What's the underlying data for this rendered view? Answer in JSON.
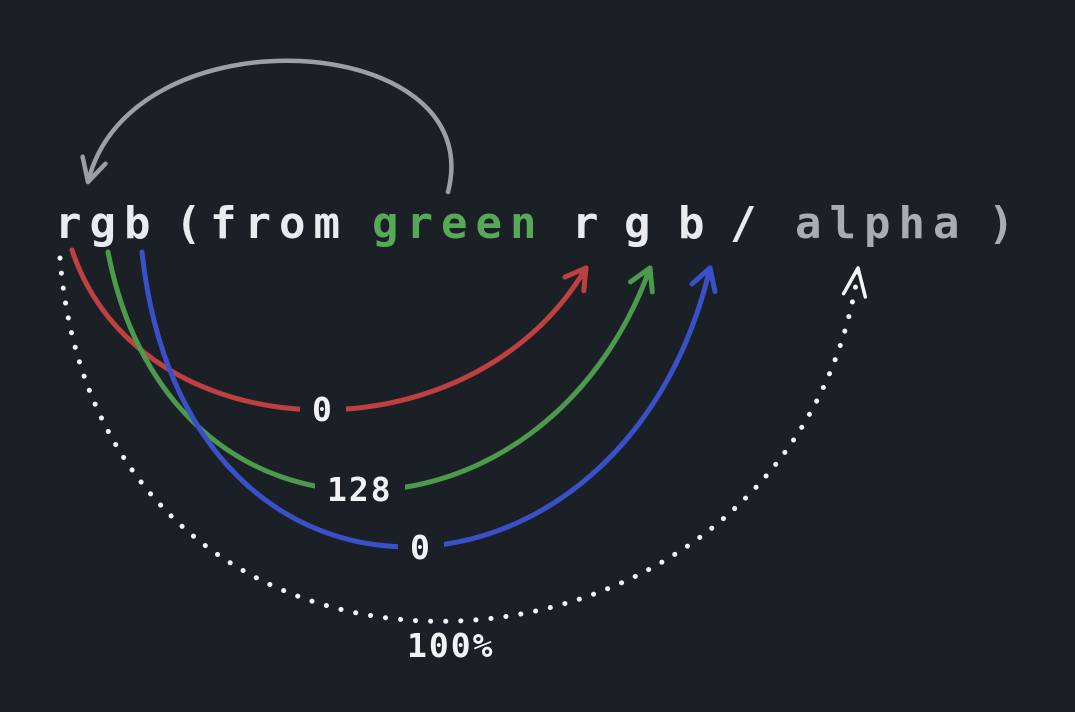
{
  "diagram": {
    "title_hint": "CSS relative color syntax: rgb(from green r g b / alpha)",
    "expression": {
      "tokens": [
        {
          "text": "rgb"
        },
        {
          "text": "("
        },
        {
          "text": "from"
        },
        {
          "text": "green"
        },
        {
          "text": "r"
        },
        {
          "text": "g"
        },
        {
          "text": "b"
        },
        {
          "text": "/"
        },
        {
          "text": "alpha"
        },
        {
          "text": ")"
        }
      ]
    },
    "arrows": {
      "origin_color": {
        "from": "green",
        "to": "rgb",
        "label": ""
      },
      "red_channel": {
        "from": "r",
        "to": "r",
        "label": "0"
      },
      "green_channel": {
        "from": "g",
        "to": "g",
        "label": "128"
      },
      "blue_channel": {
        "from": "b",
        "to": "b",
        "label": "0"
      },
      "alpha_channel": {
        "from": "rgb",
        "to": "alpha",
        "label": "100%"
      }
    },
    "colors": {
      "background": "#1b2026",
      "text": "#e9ebee",
      "green_token": "#57a957",
      "muted_text": "#a8adb3",
      "red_arrow": "#bf4040",
      "green_arrow": "#4c9a4c",
      "blue_arrow": "#3a50c8",
      "gray_arrow": "#9aa0a6",
      "dotted_arrow": "#f5f5f5"
    }
  }
}
